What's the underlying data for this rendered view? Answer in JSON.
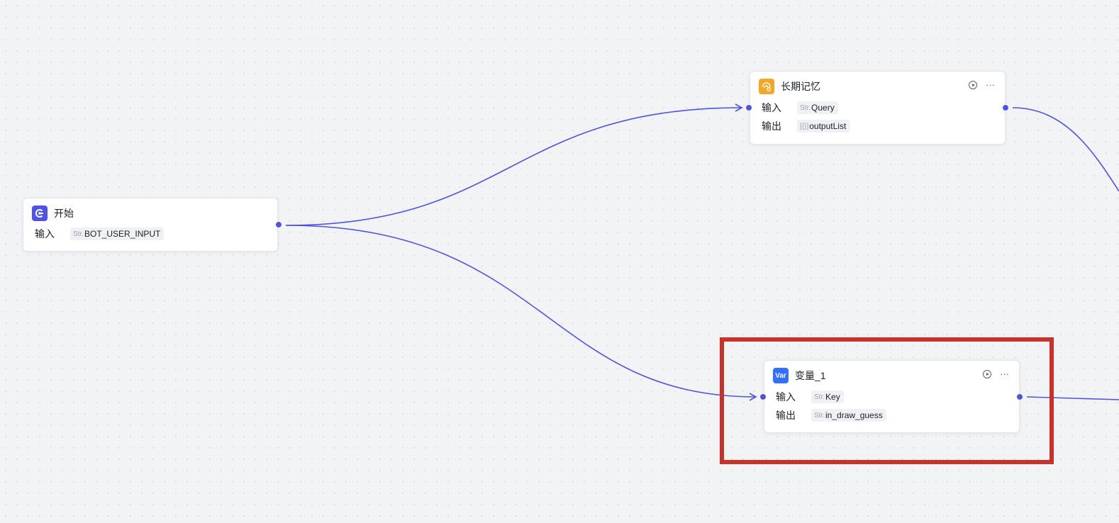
{
  "nodes": {
    "start": {
      "title": "开始",
      "input_label": "输入",
      "input_type": "Str.",
      "input_value": "BOT_USER_INPUT"
    },
    "memory": {
      "title": "长期记忆",
      "input_label": "输入",
      "input_type": "Str.",
      "input_value": "Query",
      "output_label": "输出",
      "output_type": "[{}]",
      "output_value": "outputList"
    },
    "variable": {
      "icon_text": "Var",
      "title": "变量_1",
      "input_label": "输入",
      "input_type": "Str.",
      "input_value": "Key",
      "output_label": "输出",
      "output_type": "Str.",
      "output_value": "in_draw_guess"
    }
  },
  "colors": {
    "edge": "#4d53e8",
    "highlight": "#c8322a",
    "canvas": "#f2f3f5"
  }
}
